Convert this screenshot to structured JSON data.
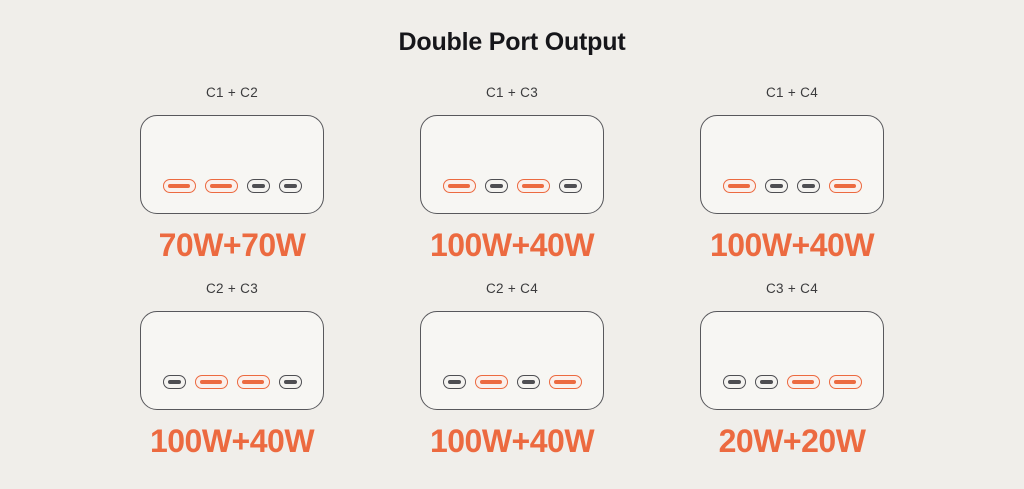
{
  "page": {
    "title": "Double Port Output",
    "background_color": "#f0eeea",
    "accent_color": "#ec6a40",
    "inactive_port_color": "#4e4e52",
    "label_color": "#3b3b3d",
    "title_color": "#16161a"
  },
  "cards": [
    {
      "label": "C1 + C2",
      "wattage": "70W+70W",
      "ports": [
        {
          "name": "C1",
          "state": "active"
        },
        {
          "name": "C2",
          "state": "active"
        },
        {
          "name": "C3",
          "state": "inactive"
        },
        {
          "name": "C4",
          "state": "inactive"
        }
      ]
    },
    {
      "label": "C1 + C3",
      "wattage": "100W+40W",
      "ports": [
        {
          "name": "C1",
          "state": "active"
        },
        {
          "name": "C2",
          "state": "inactive"
        },
        {
          "name": "C3",
          "state": "active"
        },
        {
          "name": "C4",
          "state": "inactive"
        }
      ]
    },
    {
      "label": "C1 + C4",
      "wattage": "100W+40W",
      "ports": [
        {
          "name": "C1",
          "state": "active"
        },
        {
          "name": "C2",
          "state": "inactive"
        },
        {
          "name": "C3",
          "state": "inactive"
        },
        {
          "name": "C4",
          "state": "active"
        }
      ]
    },
    {
      "label": "C2 + C3",
      "wattage": "100W+40W",
      "ports": [
        {
          "name": "C1",
          "state": "inactive"
        },
        {
          "name": "C2",
          "state": "active"
        },
        {
          "name": "C3",
          "state": "active"
        },
        {
          "name": "C4",
          "state": "inactive"
        }
      ]
    },
    {
      "label": "C2 + C4",
      "wattage": "100W+40W",
      "ports": [
        {
          "name": "C1",
          "state": "inactive"
        },
        {
          "name": "C2",
          "state": "active"
        },
        {
          "name": "C3",
          "state": "inactive"
        },
        {
          "name": "C4",
          "state": "active"
        }
      ]
    },
    {
      "label": "C3 + C4",
      "wattage": "20W+20W",
      "ports": [
        {
          "name": "C1",
          "state": "inactive"
        },
        {
          "name": "C2",
          "state": "inactive"
        },
        {
          "name": "C3",
          "state": "active"
        },
        {
          "name": "C4",
          "state": "active"
        }
      ]
    }
  ]
}
